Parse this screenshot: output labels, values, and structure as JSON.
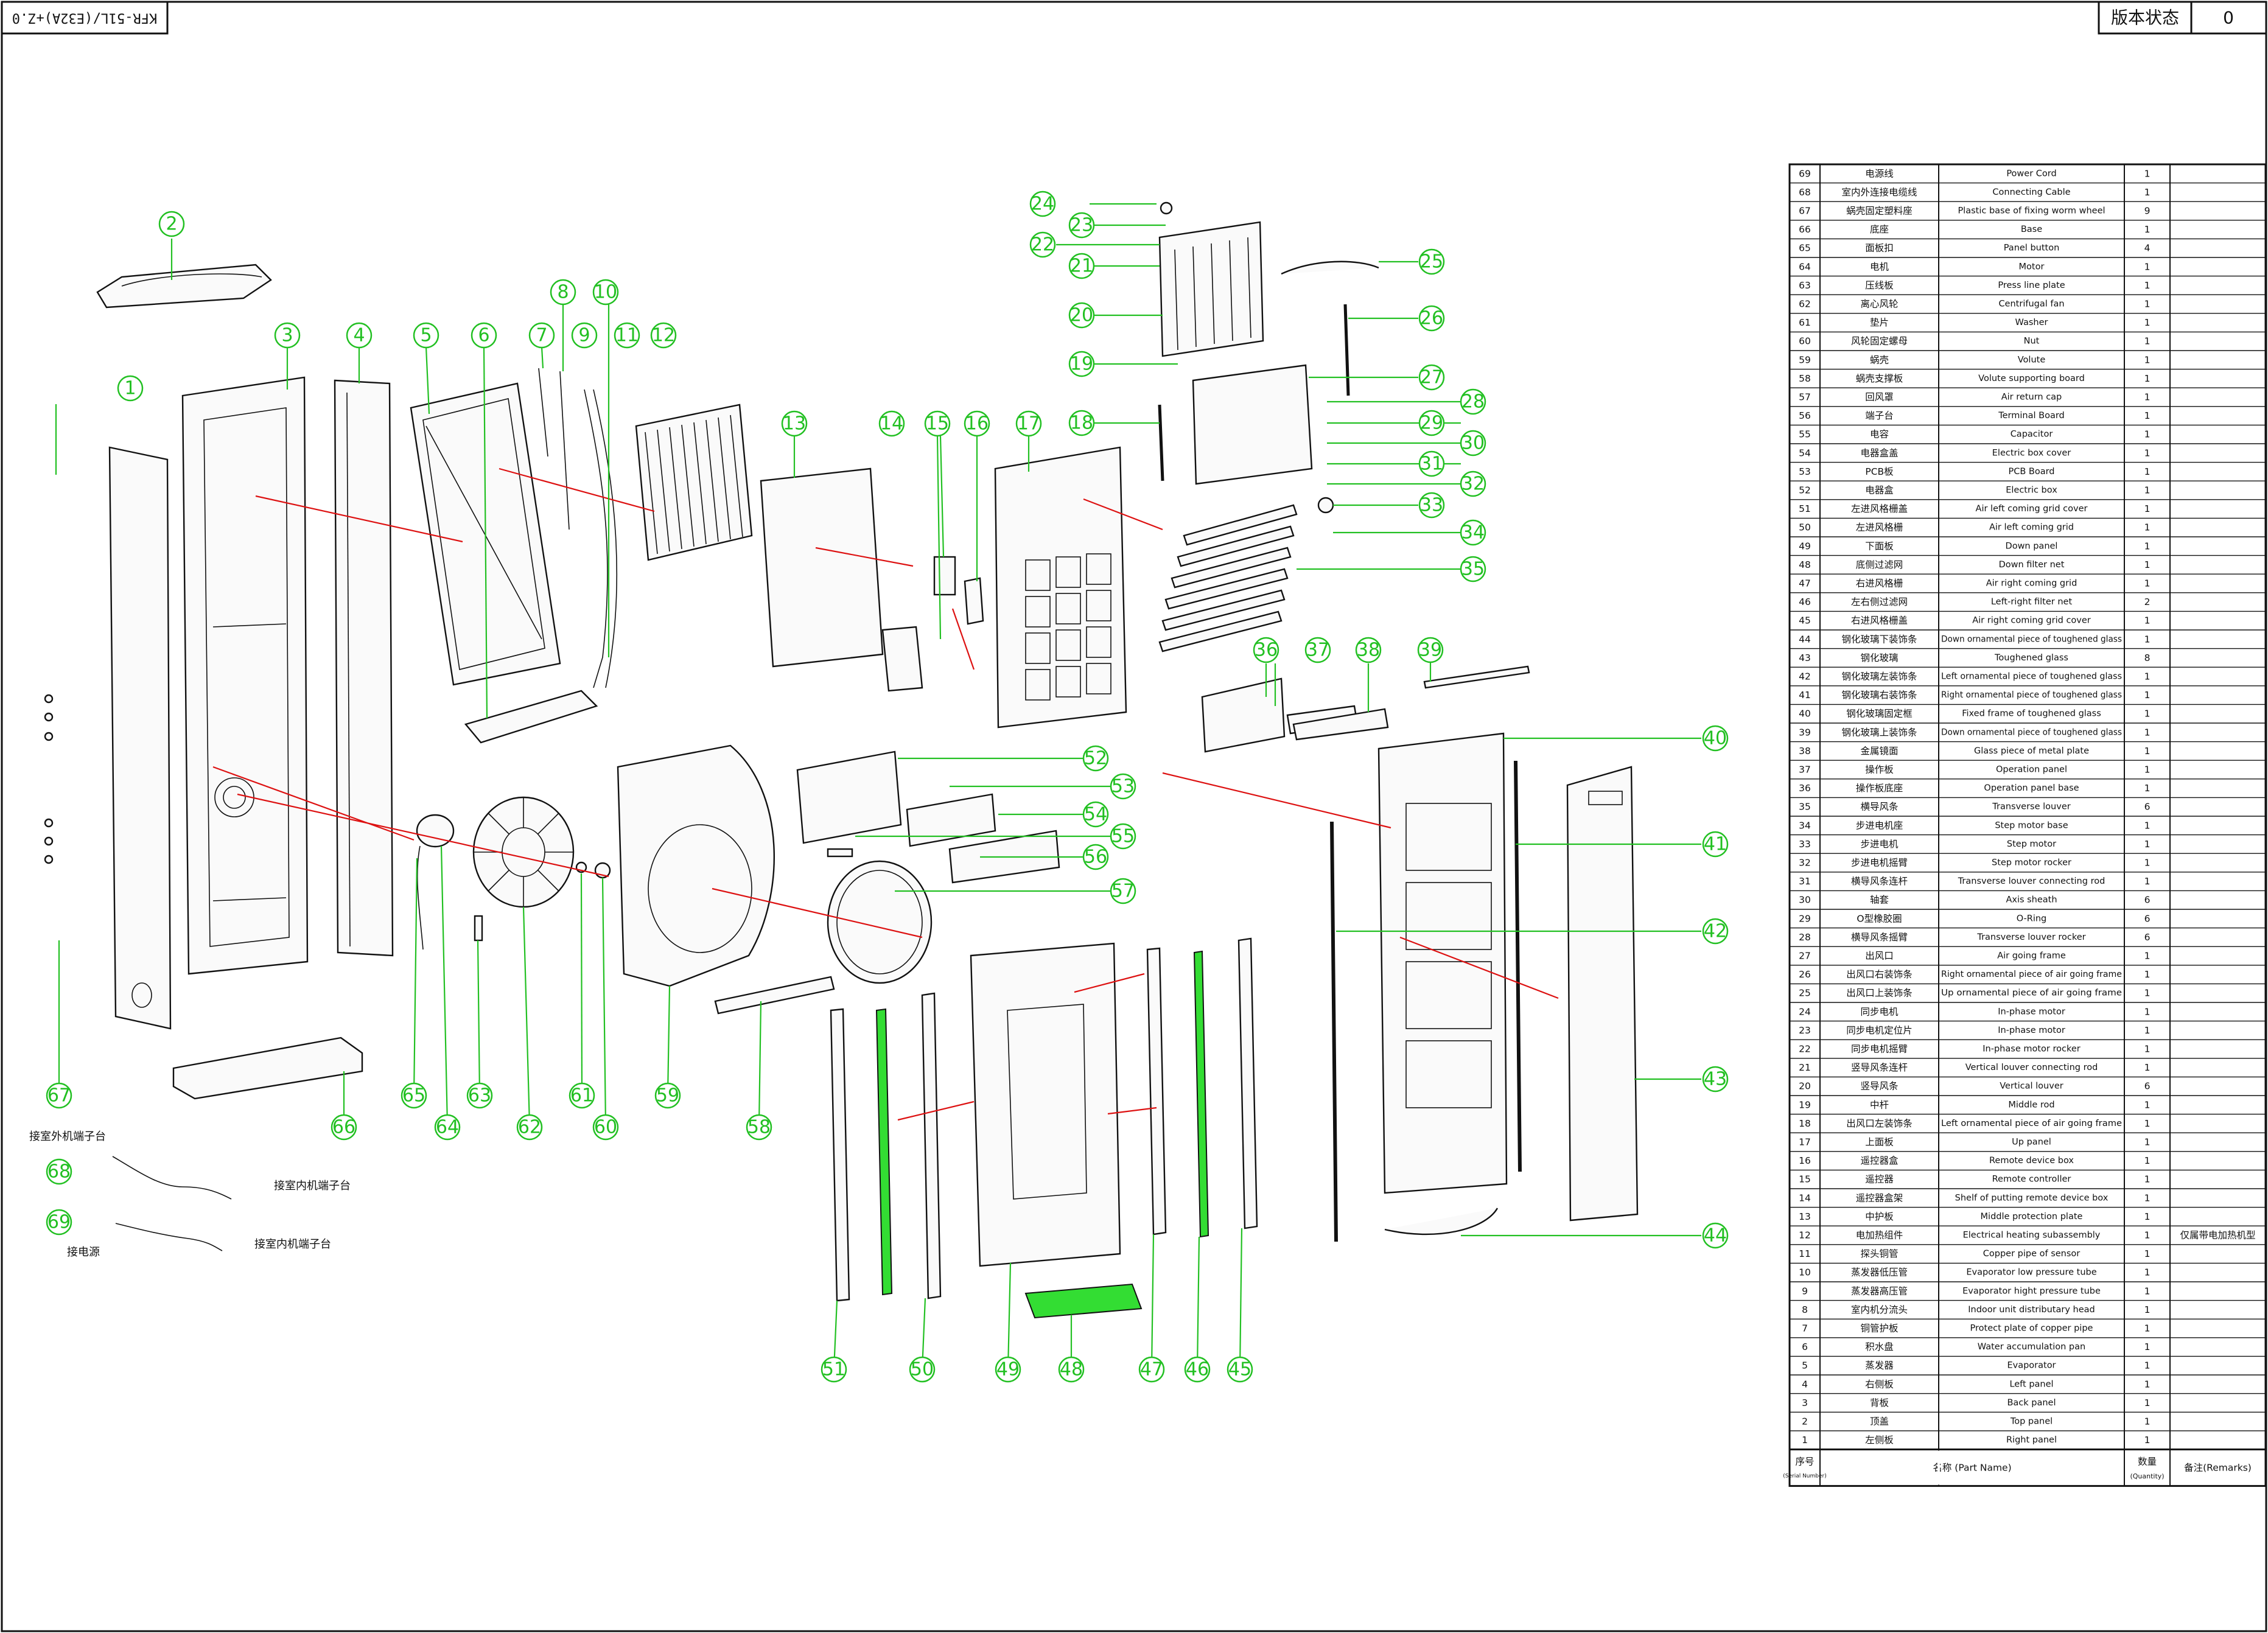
{
  "header": {
    "drawing_code": "KFR-51L/(E32A)+Z.0",
    "version_label": "版本状态",
    "version_value": "0"
  },
  "notes": [
    {
      "id": "n1",
      "text": "接室外机端子台"
    },
    {
      "id": "n2",
      "text": "接室内机端子台"
    },
    {
      "id": "n3",
      "text": "接电源"
    },
    {
      "id": "n4",
      "text": "接室内机端子台"
    }
  ],
  "callouts": [
    "1",
    "2",
    "3",
    "4",
    "5",
    "6",
    "7",
    "8",
    "9",
    "10",
    "11",
    "12",
    "13",
    "14",
    "15",
    "16",
    "17",
    "18",
    "19",
    "20",
    "21",
    "22",
    "23",
    "24",
    "25",
    "26",
    "27",
    "28",
    "29",
    "30",
    "31",
    "32",
    "33",
    "34",
    "35",
    "36",
    "37",
    "38",
    "39",
    "40",
    "41",
    "42",
    "43",
    "44",
    "45",
    "46",
    "47",
    "48",
    "49",
    "50",
    "51",
    "52",
    "53",
    "54",
    "55",
    "56",
    "57",
    "58",
    "59",
    "60",
    "61",
    "62",
    "63",
    "64",
    "65",
    "66",
    "67",
    "68",
    "69"
  ],
  "table": {
    "header": {
      "serial": "序号",
      "serial_en": "(Serial Number)",
      "name": "名称 (Part Name)",
      "qty": "数量",
      "qty_en": "(Quantity)",
      "remarks": "备注(Remarks)"
    },
    "rows": [
      {
        "no": "69",
        "cn": "电源线",
        "en": "Power Cord",
        "qty": "1",
        "remark": ""
      },
      {
        "no": "68",
        "cn": "室内外连接电缆线",
        "en": "Connecting Cable",
        "qty": "1",
        "remark": ""
      },
      {
        "no": "67",
        "cn": "蜗壳固定塑料座",
        "en": "Plastic base of fixing worm wheel",
        "qty": "9",
        "remark": ""
      },
      {
        "no": "66",
        "cn": "底座",
        "en": "Base",
        "qty": "1",
        "remark": ""
      },
      {
        "no": "65",
        "cn": "面板扣",
        "en": "Panel button",
        "qty": "4",
        "remark": ""
      },
      {
        "no": "64",
        "cn": "电机",
        "en": "Motor",
        "qty": "1",
        "remark": ""
      },
      {
        "no": "63",
        "cn": "压线板",
        "en": "Press line plate",
        "qty": "1",
        "remark": ""
      },
      {
        "no": "62",
        "cn": "离心风轮",
        "en": "Centrifugal fan",
        "qty": "1",
        "remark": ""
      },
      {
        "no": "61",
        "cn": "垫片",
        "en": "Washer",
        "qty": "1",
        "remark": ""
      },
      {
        "no": "60",
        "cn": "风轮固定螺母",
        "en": "Nut",
        "qty": "1",
        "remark": ""
      },
      {
        "no": "59",
        "cn": "蜗壳",
        "en": "Volute",
        "qty": "1",
        "remark": ""
      },
      {
        "no": "58",
        "cn": "蜗壳支撑板",
        "en": "Volute supporting board",
        "qty": "1",
        "remark": ""
      },
      {
        "no": "57",
        "cn": "回风罩",
        "en": "Air return cap",
        "qty": "1",
        "remark": ""
      },
      {
        "no": "56",
        "cn": "端子台",
        "en": "Terminal Board",
        "qty": "1",
        "remark": ""
      },
      {
        "no": "55",
        "cn": "电容",
        "en": "Capacitor",
        "qty": "1",
        "remark": ""
      },
      {
        "no": "54",
        "cn": "电器盒盖",
        "en": "Electric box cover",
        "qty": "1",
        "remark": ""
      },
      {
        "no": "53",
        "cn": "PCB板",
        "en": "PCB Board",
        "qty": "1",
        "remark": ""
      },
      {
        "no": "52",
        "cn": "电器盒",
        "en": "Electric box",
        "qty": "1",
        "remark": ""
      },
      {
        "no": "51",
        "cn": "左进风格栅盖",
        "en": "Air left coming grid cover",
        "qty": "1",
        "remark": ""
      },
      {
        "no": "50",
        "cn": "左进风格栅",
        "en": "Air left coming grid",
        "qty": "1",
        "remark": ""
      },
      {
        "no": "49",
        "cn": "下面板",
        "en": "Down panel",
        "qty": "1",
        "remark": ""
      },
      {
        "no": "48",
        "cn": "底侧过滤网",
        "en": "Down filter net",
        "qty": "1",
        "remark": ""
      },
      {
        "no": "47",
        "cn": "右进风格栅",
        "en": "Air right coming grid",
        "qty": "1",
        "remark": ""
      },
      {
        "no": "46",
        "cn": "左右侧过滤网",
        "en": "Left-right filter net",
        "qty": "2",
        "remark": ""
      },
      {
        "no": "45",
        "cn": "右进风格栅盖",
        "en": "Air right coming grid cover",
        "qty": "1",
        "remark": ""
      },
      {
        "no": "44",
        "cn": "钢化玻璃下装饰条",
        "en": "Down ornamental piece of toughened glass",
        "qty": "1",
        "remark": ""
      },
      {
        "no": "43",
        "cn": "钢化玻璃",
        "en": "Toughened glass",
        "qty": "8",
        "remark": ""
      },
      {
        "no": "42",
        "cn": "钢化玻璃左装饰条",
        "en": "Left ornamental piece of toughened glass",
        "qty": "1",
        "remark": ""
      },
      {
        "no": "41",
        "cn": "钢化玻璃右装饰条",
        "en": "Right ornamental piece of toughened glass",
        "qty": "1",
        "remark": ""
      },
      {
        "no": "40",
        "cn": "钢化玻璃固定框",
        "en": "Fixed frame of toughened glass",
        "qty": "1",
        "remark": ""
      },
      {
        "no": "39",
        "cn": "钢化玻璃上装饰条",
        "en": "Down ornamental piece of toughened glass",
        "qty": "1",
        "remark": ""
      },
      {
        "no": "38",
        "cn": "金属镜面",
        "en": "Glass piece of metal plate",
        "qty": "1",
        "remark": ""
      },
      {
        "no": "37",
        "cn": "操作板",
        "en": "Operation panel",
        "qty": "1",
        "remark": ""
      },
      {
        "no": "36",
        "cn": "操作板底座",
        "en": "Operation panel base",
        "qty": "1",
        "remark": ""
      },
      {
        "no": "35",
        "cn": "横导风条",
        "en": "Transverse louver",
        "qty": "6",
        "remark": ""
      },
      {
        "no": "34",
        "cn": "步进电机座",
        "en": "Step motor base",
        "qty": "1",
        "remark": ""
      },
      {
        "no": "33",
        "cn": "步进电机",
        "en": "Step motor",
        "qty": "1",
        "remark": ""
      },
      {
        "no": "32",
        "cn": "步进电机摇臂",
        "en": "Step motor rocker",
        "qty": "1",
        "remark": ""
      },
      {
        "no": "31",
        "cn": "横导风条连杆",
        "en": "Transverse louver connecting rod",
        "qty": "1",
        "remark": ""
      },
      {
        "no": "30",
        "cn": "轴套",
        "en": "Axis sheath",
        "qty": "6",
        "remark": ""
      },
      {
        "no": "29",
        "cn": "O型橡胶圈",
        "en": "O-Ring",
        "qty": "6",
        "remark": ""
      },
      {
        "no": "28",
        "cn": "横导风条摇臂",
        "en": "Transverse louver rocker",
        "qty": "6",
        "remark": ""
      },
      {
        "no": "27",
        "cn": "出风口",
        "en": "Air going frame",
        "qty": "1",
        "remark": ""
      },
      {
        "no": "26",
        "cn": "出风口右装饰条",
        "en": "Right ornamental piece of air going frame",
        "qty": "1",
        "remark": ""
      },
      {
        "no": "25",
        "cn": "出风口上装饰条",
        "en": "Up ornamental piece of air going frame",
        "qty": "1",
        "remark": ""
      },
      {
        "no": "24",
        "cn": "同步电机",
        "en": "In-phase motor",
        "qty": "1",
        "remark": ""
      },
      {
        "no": "23",
        "cn": "同步电机定位片",
        "en": "In-phase motor",
        "qty": "1",
        "remark": ""
      },
      {
        "no": "22",
        "cn": "同步电机摇臂",
        "en": "In-phase motor rocker",
        "qty": "1",
        "remark": ""
      },
      {
        "no": "21",
        "cn": "竖导风条连杆",
        "en": "Vertical louver connecting rod",
        "qty": "1",
        "remark": ""
      },
      {
        "no": "20",
        "cn": "竖导风条",
        "en": "Vertical louver",
        "qty": "6",
        "remark": ""
      },
      {
        "no": "19",
        "cn": "中杆",
        "en": "Middle rod",
        "qty": "1",
        "remark": ""
      },
      {
        "no": "18",
        "cn": "出风口左装饰条",
        "en": "Left ornamental piece of air going frame",
        "qty": "1",
        "remark": ""
      },
      {
        "no": "17",
        "cn": "上面板",
        "en": "Up panel",
        "qty": "1",
        "remark": ""
      },
      {
        "no": "16",
        "cn": "遥控器盒",
        "en": "Remote device box",
        "qty": "1",
        "remark": ""
      },
      {
        "no": "15",
        "cn": "遥控器",
        "en": "Remote controller",
        "qty": "1",
        "remark": ""
      },
      {
        "no": "14",
        "cn": "遥控器盒架",
        "en": "Shelf of putting remote device box",
        "qty": "1",
        "remark": ""
      },
      {
        "no": "13",
        "cn": "中护板",
        "en": "Middle protection plate",
        "qty": "1",
        "remark": ""
      },
      {
        "no": "12",
        "cn": "电加热组件",
        "en": "Electrical heating  subassembly",
        "qty": "1",
        "remark": "仅属带电加热机型"
      },
      {
        "no": "11",
        "cn": "探头铜管",
        "en": "Copper pipe of sensor",
        "qty": "1",
        "remark": ""
      },
      {
        "no": "10",
        "cn": "蒸发器低压管",
        "en": "Evaporator low pressure tube",
        "qty": "1",
        "remark": ""
      },
      {
        "no": "9",
        "cn": "蒸发器高压管",
        "en": "Evaporator hight pressure tube",
        "qty": "1",
        "remark": ""
      },
      {
        "no": "8",
        "cn": "室内机分流头",
        "en": "Indoor unit distributary head",
        "qty": "1",
        "remark": ""
      },
      {
        "no": "7",
        "cn": "铜管护板",
        "en": "Protect plate of copper pipe",
        "qty": "1",
        "remark": ""
      },
      {
        "no": "6",
        "cn": "积水盘",
        "en": "Water accumulation pan",
        "qty": "1",
        "remark": ""
      },
      {
        "no": "5",
        "cn": "蒸发器",
        "en": "Evaporator",
        "qty": "1",
        "remark": ""
      },
      {
        "no": "4",
        "cn": "右侧板",
        "en": "Left panel",
        "qty": "1",
        "remark": ""
      },
      {
        "no": "3",
        "cn": "背板",
        "en": "Back panel",
        "qty": "1",
        "remark": ""
      },
      {
        "no": "2",
        "cn": "顶盖",
        "en": "Top panel",
        "qty": "1",
        "remark": ""
      },
      {
        "no": "1",
        "cn": "左侧板",
        "en": "Right panel",
        "qty": "1",
        "remark": ""
      }
    ]
  }
}
